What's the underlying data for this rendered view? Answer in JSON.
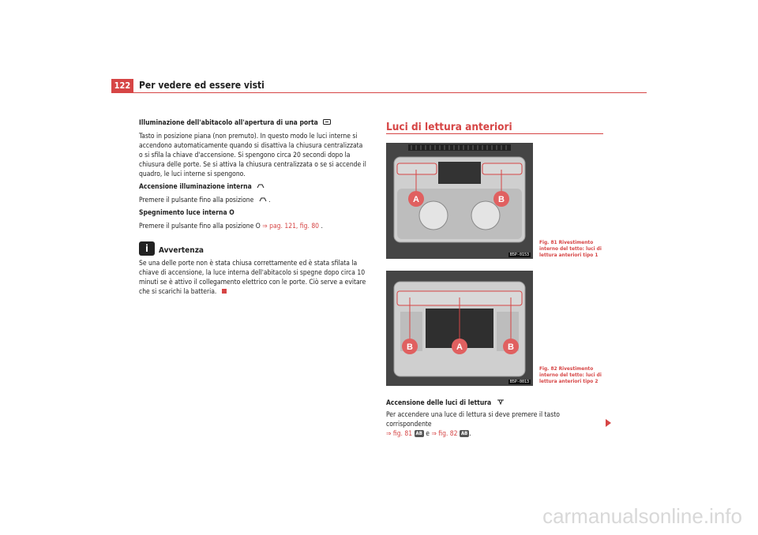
{
  "header": {
    "page_number": "122",
    "title": "Per vedere ed essere visti"
  },
  "left": {
    "heading1": "Illuminazione dell'abitacolo all'apertura di una porta",
    "para1": "Tasto in posizione piana (non premuto). In questo modo le luci interne si accendono automaticamente quando si disattiva la chiusura centralizzata o si sfila la chiave d'accensione. Si spengono circa 20 secondi dopo la chiusura delle porte. Se si attiva la chiusura centralizzata o se si accende il quadro, le luci interne si spengono.",
    "heading2": "Accensione illuminazione interna",
    "para2": "Premere il pulsante fino alla posizione",
    "heading3": "Spegnimento luce interna O",
    "para3": "Premere il pulsante fino alla posizione O",
    "para3_ref": "⇒ pag. 121, fig. 80",
    "note_title": "Avvertenza",
    "note_text": "Se una delle porte non è stata chiusa correttamente ed è stata sfilata la chiave di accensione, la luce interna dell'abitacolo si spegne dopo circa 10 minuti se è attivo il collegamento elettrico con le porte. Ciò serve a evitare che si scarichi la batteria."
  },
  "right": {
    "section_title": "Luci di lettura anteriori",
    "fig1": {
      "code": "B5P-0153",
      "caption": "Fig. 81   Rivestimento interno del tetto: luci di lettura anteriori tipo 1",
      "label_a": "A",
      "label_b": "B"
    },
    "fig2": {
      "code": "B5P-0013",
      "caption": "Fig. 82   Rivestimento interno del tetto: luci di lettura anteriori tipo 2",
      "label_a": "A",
      "label_b1": "B",
      "label_b2": "B"
    },
    "heading": "Accensione delle luci di lettura",
    "text": "Per accendere una luce di lettura si deve premere il tasto corrispondente",
    "ref1": "⇒ fig. 81",
    "key": "AB",
    "conj": "e",
    "ref2": "⇒ fig. 82"
  },
  "watermark": "carmanualsonline.info",
  "colors": {
    "accent": "#d64545"
  }
}
